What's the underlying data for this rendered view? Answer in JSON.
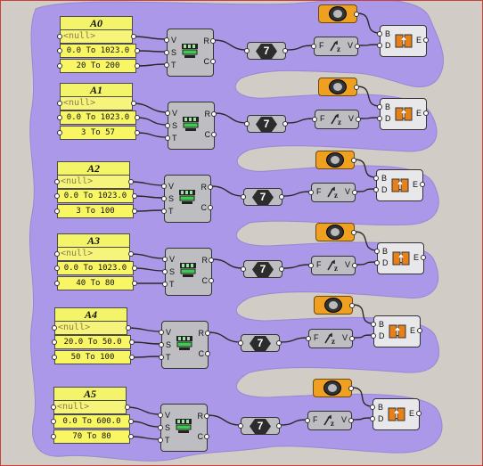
{
  "canvas": {
    "background": "#d2ccc6",
    "group_color": "#ac98e8"
  },
  "groups": [
    {
      "panel": {
        "title": "A0",
        "placeholder": "<null>",
        "range": "0.0 To 1023.0",
        "target": "20 To 200"
      }
    },
    {
      "panel": {
        "title": "A1",
        "placeholder": "<null>",
        "range": "0.0 To 1023.0",
        "target": "3 To 57"
      }
    },
    {
      "panel": {
        "title": "A2",
        "placeholder": "<null>",
        "range": "0.0 To 1023.0",
        "target": "3 To 100"
      }
    },
    {
      "panel": {
        "title": "A3",
        "placeholder": "<null>",
        "range": "0.0 To 1023.0",
        "target": "40 To 80"
      }
    },
    {
      "panel": {
        "title": "A4",
        "placeholder": "<null>",
        "range": "20.0 To 50.0",
        "target": "50 To 100"
      }
    },
    {
      "panel": {
        "title": "A5",
        "placeholder": "<null>",
        "range": "0.0 To 600.0",
        "target": "70 To 80"
      }
    }
  ],
  "labels": {
    "range_inputs": [
      "V",
      "S",
      "T"
    ],
    "range_outputs": [
      "R",
      "C"
    ],
    "number_value": "7",
    "remap_in": "F",
    "remap_out": "V",
    "light_inputs": [
      "B",
      "D"
    ],
    "light_output": "E"
  }
}
